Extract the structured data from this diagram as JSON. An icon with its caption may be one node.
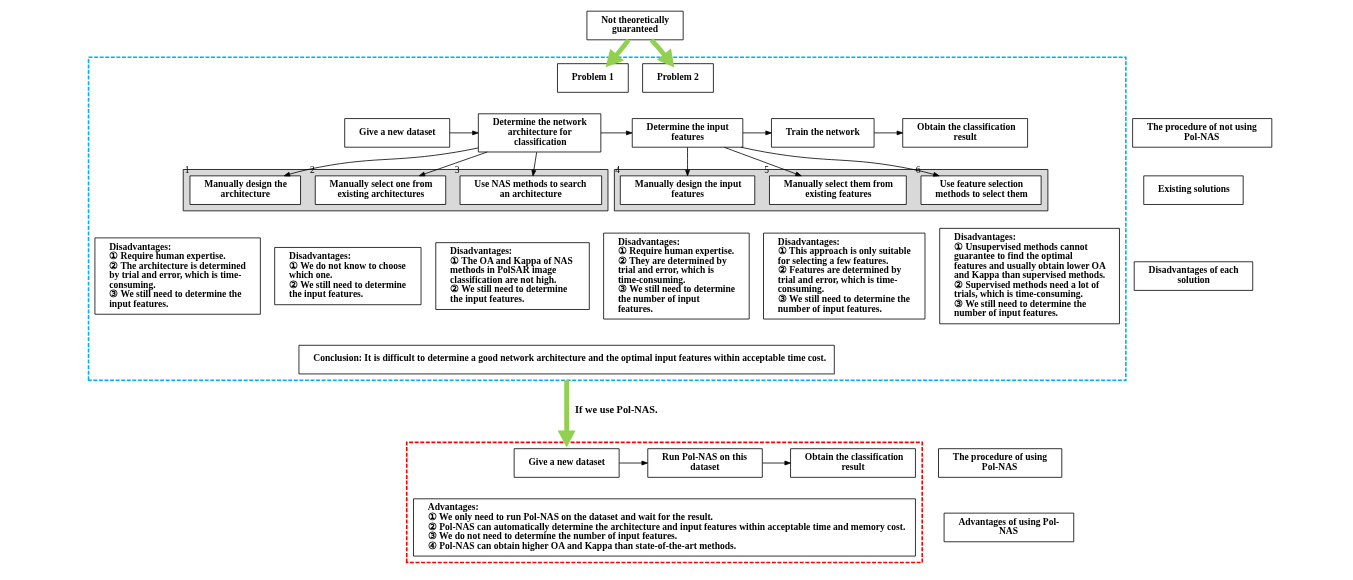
{
  "diagram": {
    "nodes": [
      {
        "text": [
          "Not theoretically guaranteed"
        ]
      },
      {
        "text": [],
        "shape": "box"
      },
      {
        "text": [
          "Problem 1"
        ],
        "in": 1
      },
      {
        "text": [
          "Problem 2"
        ],
        "in": 1
      },
      {
        "text": [
          "The procedure of not using Pol-NAS"
        ]
      },
      {
        "text": [
          "Give a new dataset"
        ],
        "in": 1
      },
      {
        "text": [
          "Determine the network architecture for classification"
        ],
        "in": 1
      },
      {
        "text": [
          "Determine the input features"
        ],
        "in": 1
      },
      {
        "text": [
          "Train the network"
        ],
        "in": 1
      },
      {
        "text": [
          "Obtain the classification result"
        ],
        "in": 1
      },
      {
        "text": [
          "Existing solutions"
        ]
      },
      {
        "text": [],
        "shape": "box",
        "in": 1
      },
      {
        "text": [
          "Manually design the architecture"
        ],
        "in": 11,
        "beside": [
          "1"
        ]
      },
      {
        "text": [
          "Manually select one from existing architectures"
        ],
        "in": 11,
        "beside": [
          "2"
        ]
      },
      {
        "text": [
          "Use NAS methods to search an architecture"
        ],
        "in": 11,
        "beside": [
          "3"
        ]
      },
      {
        "text": [],
        "shape": "box",
        "in": 1
      },
      {
        "text": [
          "Manually design the input features"
        ],
        "in": 15,
        "beside": [
          "4"
        ]
      },
      {
        "text": [
          "Manually select them from existing features"
        ],
        "in": 15,
        "beside": [
          "5"
        ]
      },
      {
        "text": [
          "Use feature selection methods to select them"
        ],
        "in": 15,
        "beside": [
          "6"
        ]
      },
      {
        "text": [
          "Disadvantages of each solution"
        ]
      },
      {
        "text": [
          "Disadvantages:",
          "① Require human expertise.",
          "② The architecture is determined by trial and error, which is time-consuming.",
          "③ We still need to determine the input features."
        ],
        "in": 1
      },
      {
        "text": [
          "Disadvantages:",
          "① We do not know to choose which one.",
          "② We still need to determine the input features."
        ],
        "in": 1
      },
      {
        "text": [
          "Disadvantages:",
          "① The OA and Kappa of NAS methods in PolSAR image classification are not high.",
          "② We still need to determine the input features."
        ],
        "in": 1
      },
      {
        "text": [
          "Disadvantages:",
          "① Require human expertise.",
          "② They are determined by trial and error, which is time-consuming.",
          "③ We still need to determine the number of input features."
        ],
        "in": 1
      },
      {
        "text": [
          "Disadvantages:",
          "① This approach is only suitable for selecting a few features.",
          "② Features are determined by trial and error, which is time-consuming.",
          "③ We still need to determine the number of input features."
        ],
        "in": 1
      },
      {
        "text": [
          "Disadvantages:",
          "① Unsupervised methods cannot guarantee to find the optimal features and usually obtain lower OA and Kappa than supervised methods.",
          "② Supervised methods need a lot of trials, which is time-consuming.",
          "③ We still need to determine the number of input features."
        ],
        "in": 1
      },
      {
        "text": [
          "Conclusion: It is difficult to determine a good network architecture and the optimal input features within acceptable time cost."
        ],
        "in": 1
      },
      {
        "text": [],
        "shape": "box"
      },
      {
        "text": [
          "The procedure of using Pol-NAS"
        ]
      },
      {
        "text": [
          "Give a new dataset"
        ],
        "in": 27
      },
      {
        "text": [
          "Run Pol-NAS on this dataset"
        ],
        "in": 27
      },
      {
        "text": [
          "Obtain the classification result"
        ],
        "in": 27
      },
      {
        "text": [
          "Advantages of using Pol-NAS"
        ]
      },
      {
        "text": [
          "Advantages:",
          "① We only need to run Pol-NAS on the dataset and wait for the result.",
          "② Pol-NAS can automatically determine the architecture and input features within acceptable time and memory cost.",
          "③ We do not need to determine the number of input features.",
          "④ Pol-NAS can obtain higher OA and Kappa than state-of-the-art methods."
        ],
        "in": 27
      }
    ],
    "edges": [
      {
        "from": 0,
        "to": 2,
        "arrow": "to",
        "style": "thick",
        "color": "#92d050"
      },
      {
        "from": 0,
        "to": 3,
        "arrow": "to",
        "style": "thick",
        "color": "#92d050"
      },
      {
        "from": 5,
        "to": 6,
        "arrow": "to"
      },
      {
        "from": 6,
        "to": 7,
        "arrow": "to"
      },
      {
        "from": 7,
        "to": 8,
        "arrow": "to"
      },
      {
        "from": 8,
        "to": 9,
        "arrow": "to"
      },
      {
        "from": 6,
        "to": 12,
        "arrow": "to"
      },
      {
        "from": 6,
        "to": 13,
        "arrow": "to"
      },
      {
        "from": 6,
        "to": 14,
        "arrow": "to"
      },
      {
        "from": 7,
        "to": 16,
        "arrow": "to"
      },
      {
        "from": 7,
        "to": 17,
        "arrow": "to"
      },
      {
        "from": 7,
        "to": 18,
        "arrow": "to"
      },
      {
        "from": 1,
        "to": 27,
        "arrow": "to",
        "label": "If we use Pol-NAS.",
        "style": "thick",
        "color": "#92d050"
      },
      {
        "from": 29,
        "to": 30,
        "arrow": "to"
      },
      {
        "from": 30,
        "to": 31,
        "arrow": "to"
      }
    ]
  }
}
